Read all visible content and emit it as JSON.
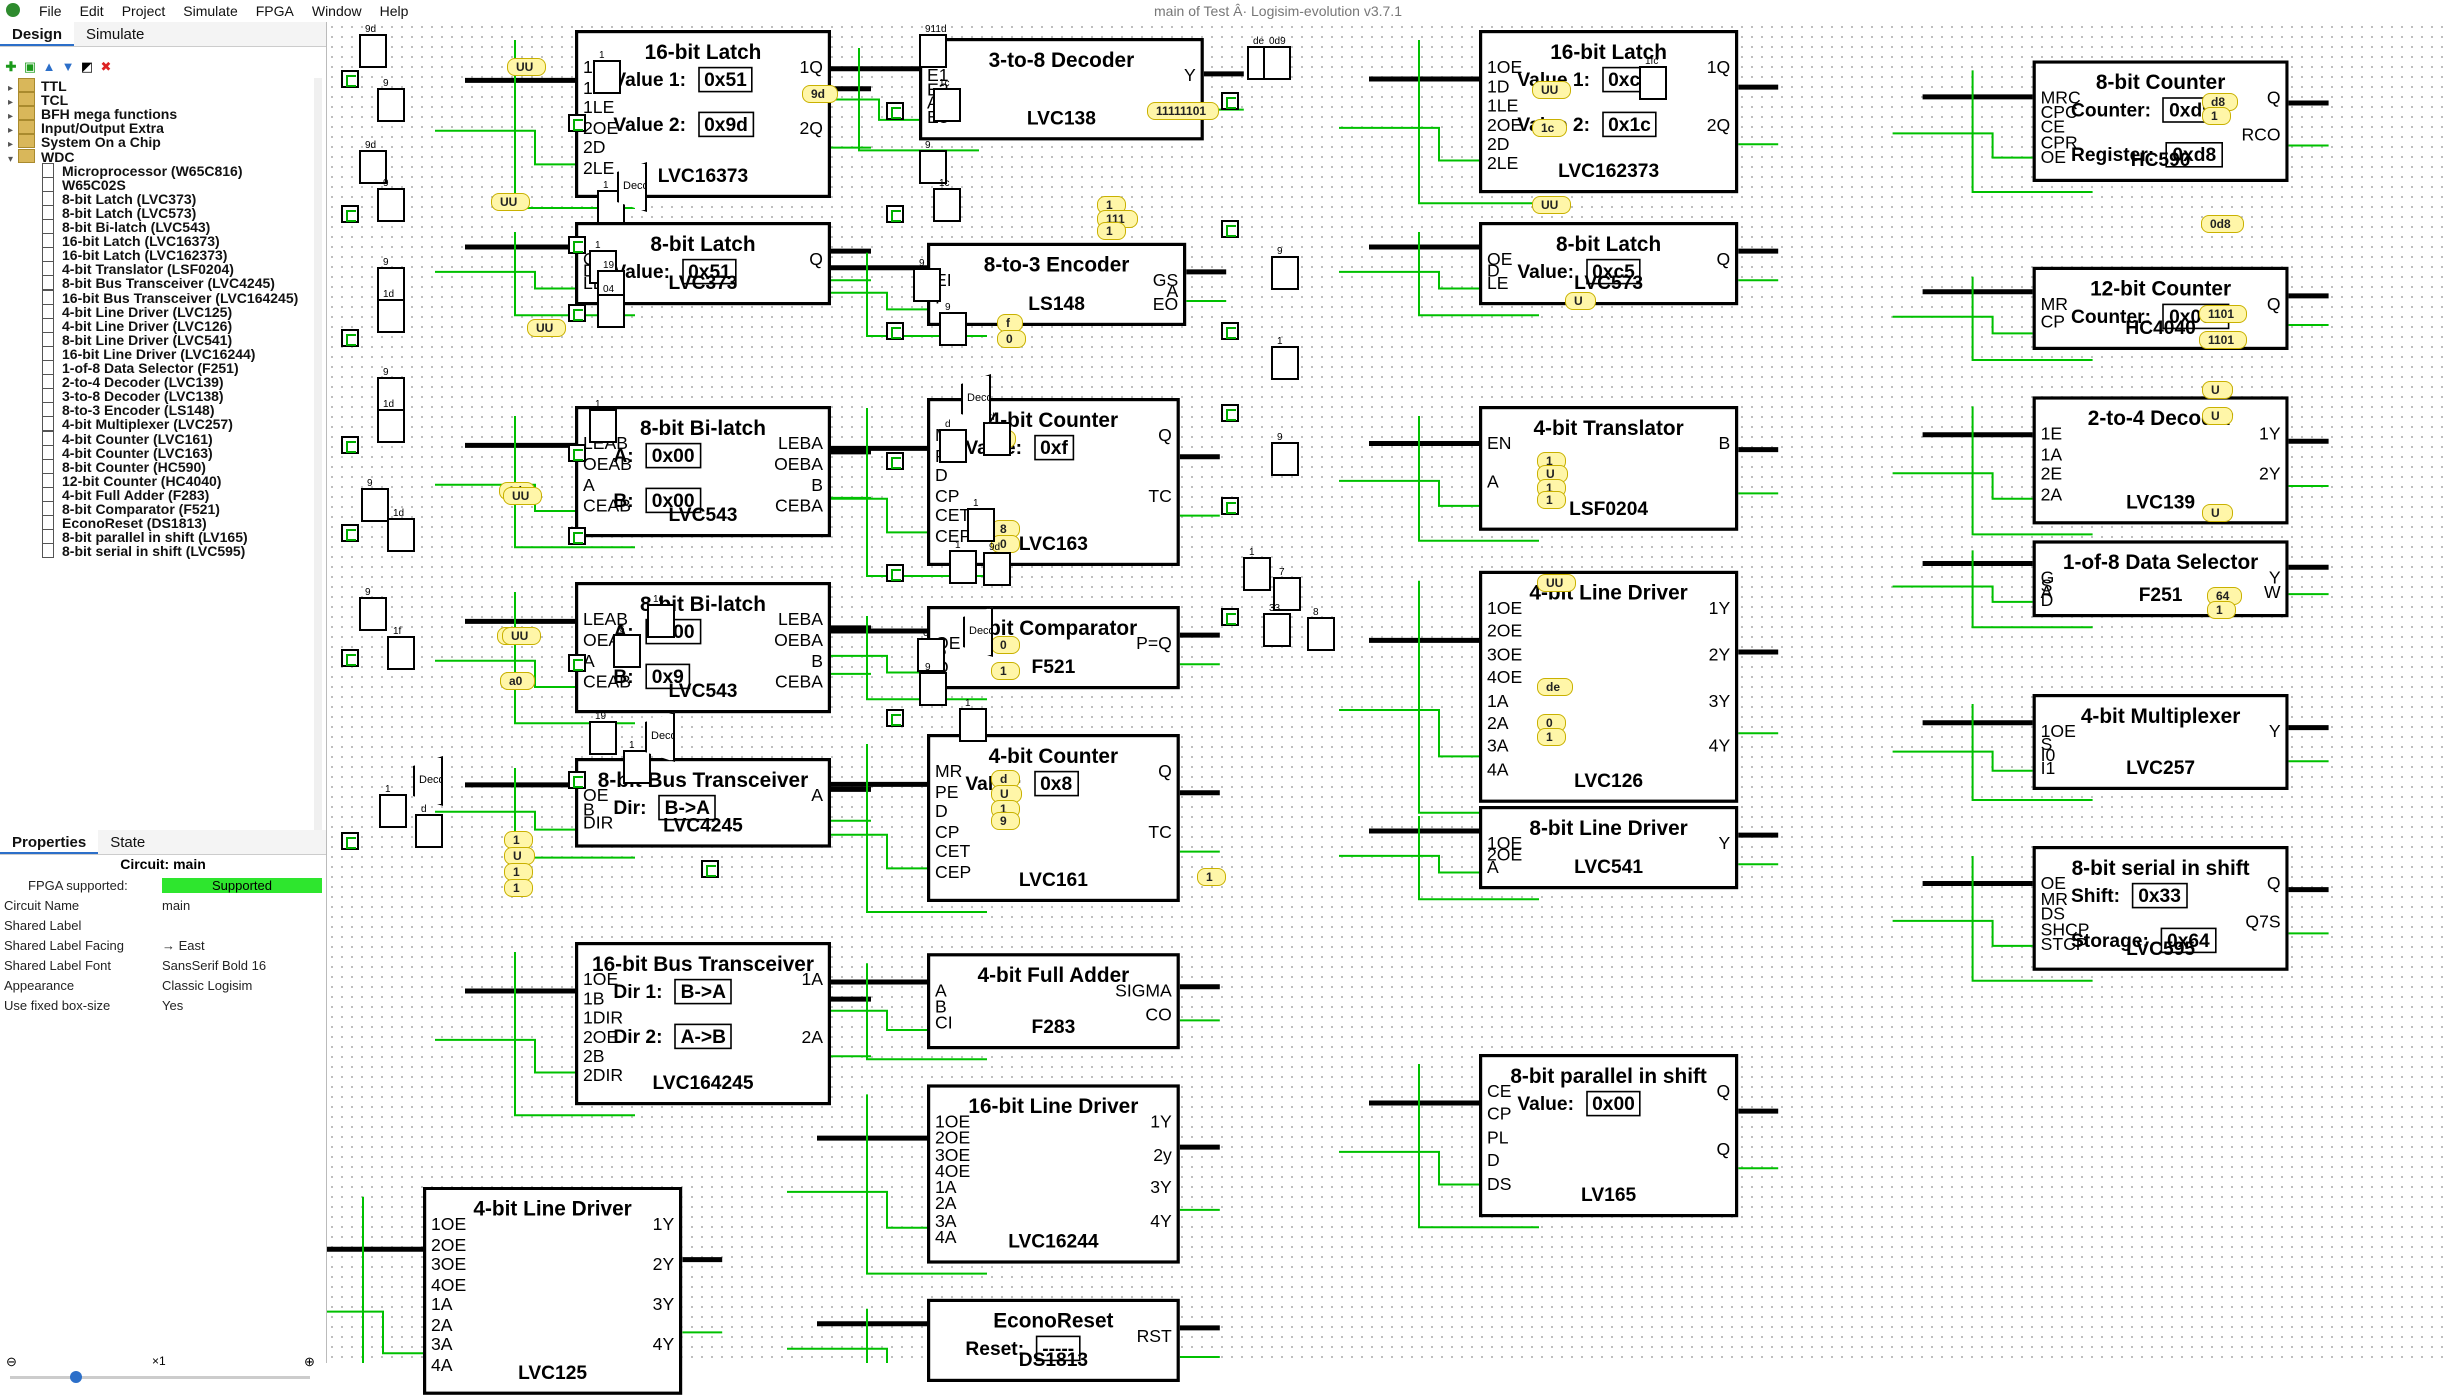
{
  "window": {
    "title": "main of Test Â· Logisim-evolution v3.7.1",
    "menus": [
      "File",
      "Edit",
      "Project",
      "Simulate",
      "FPGA",
      "Window",
      "Help"
    ]
  },
  "left_panel": {
    "tabs": [
      "Design",
      "Simulate"
    ],
    "tree": [
      {
        "label": "TTL",
        "type": "folder",
        "indent": 0
      },
      {
        "label": "TCL",
        "type": "folder",
        "indent": 0
      },
      {
        "label": "BFH mega functions",
        "type": "folder",
        "indent": 0
      },
      {
        "label": "Input/Output Extra",
        "type": "folder",
        "indent": 0
      },
      {
        "label": "System On a Chip",
        "type": "folder",
        "indent": 0
      },
      {
        "label": "WDC",
        "type": "folder",
        "indent": 0,
        "open": true
      },
      {
        "label": "Microprocessor (W65C816)",
        "type": "comp",
        "indent": 1
      },
      {
        "label": "W65C02S",
        "type": "comp",
        "indent": 1
      },
      {
        "label": "8-bit Latch (LVC373)",
        "type": "comp",
        "indent": 1
      },
      {
        "label": "8-bit Latch (LVC573)",
        "type": "comp",
        "indent": 1
      },
      {
        "label": "8-bit Bi-latch (LVC543)",
        "type": "comp",
        "indent": 1
      },
      {
        "label": "16-bit Latch (LVC16373)",
        "type": "comp",
        "indent": 1
      },
      {
        "label": "16-bit Latch (LVC162373)",
        "type": "comp",
        "indent": 1
      },
      {
        "label": "4-bit Translator (LSF0204)",
        "type": "comp",
        "indent": 1
      },
      {
        "label": "8-bit Bus Transceiver (LVC4245)",
        "type": "comp",
        "indent": 1
      },
      {
        "label": "16-bit Bus Transceiver (LVC164245)",
        "type": "comp",
        "indent": 1
      },
      {
        "label": "4-bit Line Driver (LVC125)",
        "type": "comp",
        "indent": 1
      },
      {
        "label": "4-bit Line Driver (LVC126)",
        "type": "comp",
        "indent": 1
      },
      {
        "label": "8-bit Line Driver (LVC541)",
        "type": "comp",
        "indent": 1
      },
      {
        "label": "16-bit Line Driver (LVC16244)",
        "type": "comp",
        "indent": 1
      },
      {
        "label": "1-of-8 Data Selector (F251)",
        "type": "comp",
        "indent": 1
      },
      {
        "label": "2-to-4 Decoder (LVC139)",
        "type": "comp",
        "indent": 1
      },
      {
        "label": "3-to-8 Decoder (LVC138)",
        "type": "comp",
        "indent": 1
      },
      {
        "label": "8-to-3 Encoder (LS148)",
        "type": "comp",
        "indent": 1
      },
      {
        "label": "4-bit Multiplexer (LVC257)",
        "type": "comp",
        "indent": 1
      },
      {
        "label": "4-bit Counter (LVC161)",
        "type": "comp",
        "indent": 1
      },
      {
        "label": "4-bit Counter (LVC163)",
        "type": "comp",
        "indent": 1
      },
      {
        "label": "8-bit Counter (HC590)",
        "type": "comp",
        "indent": 1
      },
      {
        "label": "12-bit Counter (HC4040)",
        "type": "comp",
        "indent": 1
      },
      {
        "label": "4-bit Full Adder (F283)",
        "type": "comp",
        "indent": 1
      },
      {
        "label": "8-bit Comparator (F521)",
        "type": "comp",
        "indent": 1
      },
      {
        "label": "EconoReset (DS1813)",
        "type": "comp",
        "indent": 1
      },
      {
        "label": "8-bit parallel in shift (LV165)",
        "type": "comp",
        "indent": 1
      },
      {
        "label": "8-bit serial in shift (LVC595)",
        "type": "comp",
        "indent": 1
      }
    ],
    "prop_tabs": [
      "Properties",
      "State"
    ],
    "props_title": "Circuit: main",
    "props": [
      {
        "k": "FPGA supported:",
        "v": "Supported"
      },
      {
        "k": "Circuit Name",
        "v": "main"
      },
      {
        "k": "Shared Label",
        "v": ""
      },
      {
        "k": "Shared Label Facing",
        "v": "→ East"
      },
      {
        "k": "Shared Label Font",
        "v": "SansSerif Bold 16"
      },
      {
        "k": "Appearance",
        "v": "Classic Logisim"
      },
      {
        "k": "Use fixed box-size",
        "v": "Yes"
      }
    ],
    "zoom": "×1"
  },
  "components": [
    {
      "title": "16-bit Latch",
      "sub": "LVC16373",
      "vals": [
        "Value 1: |0x51",
        "Value 2: |0x9d"
      ],
      "pins_l": [
        "1OE",
        "1D",
        "1LE",
        "2OE",
        "2D",
        "2LE"
      ],
      "pins_r": [
        "1Q",
        "2Q"
      ]
    },
    {
      "title": "8-bit Latch",
      "sub": "LVC373",
      "vals": [
        "Value: |0x51"
      ],
      "pins_l": [
        "OE",
        "D",
        "LE"
      ],
      "pins_r": [
        "Q"
      ]
    },
    {
      "title": "8-bit Bi-latch",
      "sub": "LVC543",
      "vals": [
        "A: |0x00",
        "B: |0x00"
      ],
      "pins_l": [
        "LEAB",
        "OEAB",
        "A",
        "CEAB"
      ],
      "pins_r": [
        "LEBA",
        "OEBA",
        "B",
        "CEBA"
      ]
    },
    {
      "title": "8-bit Bi-latch",
      "sub": "LVC543",
      "vals": [
        "A: |0x00",
        "B: |0x9"
      ],
      "pins_l": [
        "LEAB",
        "OEAB",
        "A",
        "CEAB"
      ],
      "pins_r": [
        "LEBA",
        "OEBA",
        "B",
        "CEBA"
      ]
    },
    {
      "title": "8-bit Bus Transceiver",
      "sub": "LVC4245",
      "vals": [
        "Dir: |B->A"
      ],
      "pins_l": [
        "OE",
        "B",
        "DIR"
      ],
      "pins_r": [
        "A"
      ]
    },
    {
      "title": "16-bit Bus Transceiver",
      "sub": "LVC164245",
      "vals": [
        "Dir 1: |B->A",
        "Dir 2: |A->B"
      ],
      "pins_l": [
        "1OE",
        "1B",
        "1DIR",
        "2OE",
        "2B",
        "2DIR"
      ],
      "pins_r": [
        "1A",
        "2A"
      ]
    },
    {
      "title": "4-bit Line Driver",
      "sub": "LVC125",
      "vals": [],
      "pins_l": [
        "1OE",
        "2OE",
        "3OE",
        "4OE",
        "1A",
        "2A",
        "3A",
        "4A"
      ],
      "pins_r": [
        "1Y",
        "2Y",
        "3Y",
        "4Y"
      ]
    },
    {
      "title": "3-to-8 Decoder",
      "sub": "LVC138",
      "vals": [],
      "pins_l": [
        "E1",
        "E2",
        "A",
        "E3"
      ],
      "pins_r": [
        "Y"
      ]
    },
    {
      "title": "8-to-3 Encoder",
      "sub": "LS148",
      "vals": [],
      "pins_l": [
        "EI",
        "I"
      ],
      "pins_r": [
        "GS",
        "A",
        "EO"
      ]
    },
    {
      "title": "4-bit Counter",
      "sub": "LVC163",
      "vals": [
        "Value: |0xf"
      ],
      "pins_l": [
        "MR",
        "PE",
        "D",
        "CP",
        "CET",
        "CEP"
      ],
      "pins_r": [
        "Q",
        "TC"
      ]
    },
    {
      "title": "8-bit Comparator",
      "sub": "F521",
      "vals": [],
      "pins_l": [
        "OE",
        "P",
        "Q"
      ],
      "pins_r": [
        "P=Q"
      ]
    },
    {
      "title": "4-bit Counter",
      "sub": "LVC161",
      "vals": [
        "Value: |0x8"
      ],
      "pins_l": [
        "MR",
        "PE",
        "D",
        "CP",
        "CET",
        "CEP"
      ],
      "pins_r": [
        "Q",
        "TC"
      ]
    },
    {
      "title": "4-bit Full Adder",
      "sub": "F283",
      "vals": [],
      "pins_l": [
        "A",
        "B",
        "CI"
      ],
      "pins_r": [
        "SIGMA",
        "CO"
      ]
    },
    {
      "title": "16-bit Line Driver",
      "sub": "LVC16244",
      "vals": [],
      "pins_l": [
        "1OE",
        "2OE",
        "3OE",
        "4OE",
        "1A",
        "2A",
        "3A",
        "4A"
      ],
      "pins_r": [
        "1Y",
        "2y",
        "3Y",
        "4Y"
      ]
    },
    {
      "title": "EconoReset",
      "sub": "DS1813",
      "vals": [
        "Reset: |-----"
      ],
      "pins_l": [],
      "pins_r": [
        "RST"
      ]
    },
    {
      "title": "16-bit Latch",
      "sub": "LVC162373",
      "vals": [
        "Value 1: |0xc5",
        "Value 2: |0x1c"
      ],
      "pins_l": [
        "1OE",
        "1D",
        "1LE",
        "2OE",
        "2D",
        "2LE"
      ],
      "pins_r": [
        "1Q",
        "2Q"
      ]
    },
    {
      "title": "8-bit Latch",
      "sub": "LVC573",
      "vals": [
        "Value: |0xc5"
      ],
      "pins_l": [
        "OE",
        "D",
        "LE"
      ],
      "pins_r": [
        "Q"
      ]
    },
    {
      "title": "4-bit Translator",
      "sub": "LSF0204",
      "vals": [],
      "pins_l": [
        "EN",
        "A"
      ],
      "pins_r": [
        "B"
      ]
    },
    {
      "title": "4-bit Line Driver",
      "sub": "LVC126",
      "vals": [],
      "pins_l": [
        "1OE",
        "2OE",
        "3OE",
        "4OE",
        "1A",
        "2A",
        "3A",
        "4A"
      ],
      "pins_r": [
        "1Y",
        "2Y",
        "3Y",
        "4Y"
      ]
    },
    {
      "title": "8-bit Line Driver",
      "sub": "LVC541",
      "vals": [],
      "pins_l": [
        "1OE",
        "2OE",
        "A"
      ],
      "pins_r": [
        "Y"
      ]
    },
    {
      "title": "8-bit parallel in shift",
      "sub": "LV165",
      "vals": [
        "Value: |0x00"
      ],
      "pins_l": [
        "CE",
        "CP",
        "PL",
        "D",
        "DS"
      ],
      "pins_r": [
        "Q",
        "Q"
      ]
    },
    {
      "title": "8-bit Counter",
      "sub": "HC590",
      "vals": [
        "Counter: |0xd9",
        "Register: |0xd8"
      ],
      "pins_l": [
        "MRC",
        "CPC",
        "CE",
        "CPR",
        "OE"
      ],
      "pins_r": [
        "Q",
        "RCO"
      ]
    },
    {
      "title": "12-bit Counter",
      "sub": "HC4040",
      "vals": [
        "Counter: |0x0d8"
      ],
      "pins_l": [
        "MR",
        "CP"
      ],
      "pins_r": [
        "Q"
      ]
    },
    {
      "title": "2-to-4 Decoder",
      "sub": "LVC139",
      "vals": [],
      "pins_l": [
        "1E",
        "1A",
        "2E",
        "2A"
      ],
      "pins_r": [
        "1Y",
        "2Y"
      ]
    },
    {
      "title": "1-of-8 Data Selector",
      "sub": "F251",
      "vals": [],
      "pins_l": [
        "G",
        "S",
        "A",
        "D"
      ],
      "pins_r": [
        "Y",
        "W"
      ]
    },
    {
      "title": "4-bit Multiplexer",
      "sub": "LVC257",
      "vals": [],
      "pins_l": [
        "1OE",
        "S",
        "I0",
        "I1"
      ],
      "pins_r": [
        "Y"
      ]
    },
    {
      "title": "8-bit serial in shift",
      "sub": "LVC595",
      "vals": [
        "Shift: |0x33",
        "Storage: |0x64"
      ],
      "pins_l": [
        "OE",
        "MR",
        "DS",
        "SHCP",
        "STCP"
      ],
      "pins_r": [
        "Q",
        "Q7S"
      ]
    }
  ],
  "probes": [
    "UU",
    "9d",
    "UU",
    "UU",
    "1d",
    "UU",
    "1f",
    "UU",
    "a0",
    "a0",
    "1",
    "U",
    "1",
    "1",
    "11111101",
    "1",
    "111",
    "1",
    "f",
    "0",
    "0",
    "8",
    "0",
    "0",
    "1",
    "d",
    "U",
    "1",
    "9",
    "1",
    "UU",
    "1c",
    "UU",
    "U",
    "1",
    "U",
    "1",
    "1",
    "UU",
    "de",
    "0",
    "1",
    "d8",
    "1",
    "0d8",
    "1101",
    "1101",
    "U",
    "U",
    "U",
    "64",
    "1"
  ],
  "decoder_labels": [
    "Decd",
    "Decd",
    "Decd",
    "Decd",
    "Decd"
  ],
  "dff_values": [
    "9d",
    "9",
    "9d",
    "9",
    "9",
    "1d",
    "9",
    "1d",
    "9",
    "1d",
    "9",
    "1f",
    "1",
    "d",
    "1",
    "1",
    "1",
    "19",
    "04",
    "1",
    "1c",
    "6",
    "19",
    "1",
    "911d",
    "1c",
    "9",
    "1c",
    "9",
    "9",
    "d",
    "d",
    "1",
    "1",
    "9d",
    "0",
    "9",
    "1",
    "de",
    "0d9",
    "1fc",
    "9",
    "1",
    "9",
    "1",
    "7",
    "8",
    "33"
  ]
}
